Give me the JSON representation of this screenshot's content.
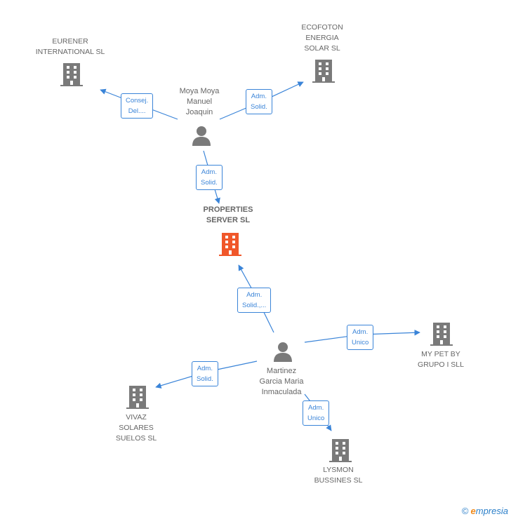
{
  "nodes": {
    "properties": {
      "line1": "PROPERTIES",
      "line2": "SERVER SL"
    },
    "eurener": {
      "line1": "EURENER",
      "line2": "INTERNATIONAL SL"
    },
    "ecofoton": {
      "line1": "ECOFOTON",
      "line2": "ENERGIA",
      "line3": "SOLAR  SL"
    },
    "mypet": {
      "line1": "MY PET BY",
      "line2": "GRUPO I SLL"
    },
    "vivaz": {
      "line1": "VIVAZ",
      "line2": "SOLARES",
      "line3": "SUELOS SL"
    },
    "lysmon": {
      "line1": "LYSMON",
      "line2": "BUSSINES  SL"
    }
  },
  "persons": {
    "moya": {
      "line1": "Moya Moya",
      "line2": "Manuel",
      "line3": "Joaquin"
    },
    "martinez": {
      "line1": "Martinez",
      "line2": "Garcia Maria",
      "line3": "Inmaculada"
    }
  },
  "edges": {
    "moya_eurener": {
      "line1": "Consej.",
      "line2": "Del...."
    },
    "moya_ecofoton": {
      "line1": "Adm.",
      "line2": "Solid."
    },
    "moya_properties": {
      "line1": "Adm.",
      "line2": "Solid."
    },
    "martinez_properties": {
      "line1": "Adm.",
      "line2": "Solid.,..."
    },
    "martinez_mypet": {
      "line1": "Adm.",
      "line2": "Unico"
    },
    "martinez_vivaz": {
      "line1": "Adm.",
      "line2": "Solid."
    },
    "martinez_lysmon": {
      "line1": "Adm.",
      "line2": "Unico"
    }
  },
  "brand": {
    "copyright": "©",
    "initial": "e",
    "name": "mpresia"
  },
  "colors": {
    "edge": "#3a84d8",
    "building": "#7a7a7a",
    "main_building": "#f0572a",
    "person": "#7a7a7a"
  }
}
